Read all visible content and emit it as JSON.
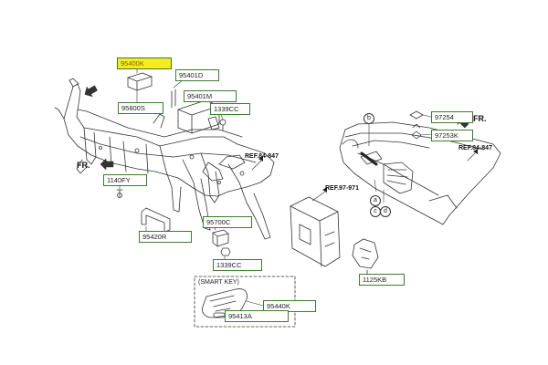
{
  "parts": {
    "p95400K": "95400K",
    "p95401D": "95401D",
    "p95401M": "95401M",
    "p95800S": "95800S",
    "p1339CC_a": "1339CC",
    "p1140FY": "1140FY",
    "p95420R": "95420R",
    "p95700C": "95700C",
    "p1339CC_b": "1339CC",
    "p95440K": "95440K",
    "p95413A": "95413A",
    "p97254": "97254",
    "p97253K": "97253K",
    "p1125KB": "1125KB"
  },
  "refs": {
    "left": "REF.84-847",
    "right": "REF.84-847",
    "center": "REF.97-971"
  },
  "directions": {
    "left": "FR.",
    "right": "FR."
  },
  "smart_key_label": "(SMART KEY)",
  "callouts": {
    "b": "b",
    "a": "a",
    "c": "c",
    "d": "d"
  },
  "colors": {
    "highlight": "#f3ec1f",
    "box_border": "#3a7d2a",
    "line": "#333333"
  }
}
